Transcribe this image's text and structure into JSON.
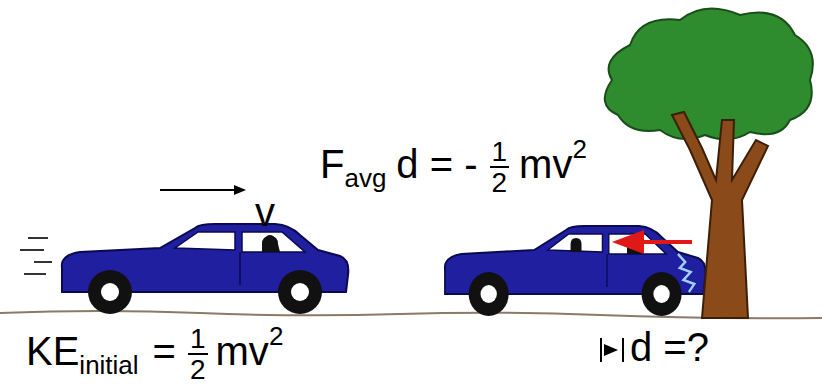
{
  "diagram": {
    "labels": [
      "v",
      "F",
      "avg",
      "d = -",
      "1",
      "2",
      "mv",
      "2",
      "KE",
      "initial",
      "=",
      "1",
      "2",
      "mv",
      "2",
      "d =?"
    ]
  }
}
